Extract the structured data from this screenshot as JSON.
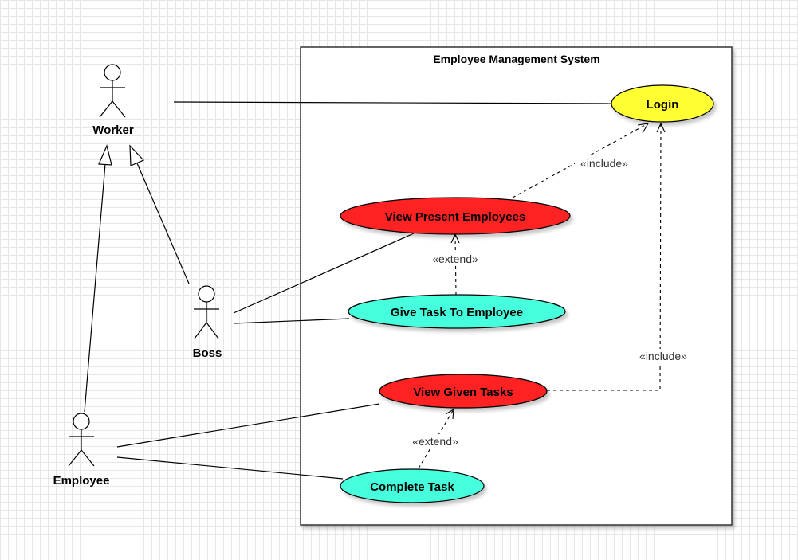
{
  "system": {
    "title": "Employee Management System"
  },
  "actors": {
    "worker": "Worker",
    "boss": "Boss",
    "employee": "Employee"
  },
  "use_cases": {
    "login": "Login",
    "view_present_employees": "View Present Employees",
    "give_task": "Give Task To Employee",
    "view_given_tasks": "View Given Tasks",
    "complete_task": "Complete Task"
  },
  "relations": {
    "include_1": "«include»",
    "include_2": "«include»",
    "extend_1": "«extend»",
    "extend_2": "«extend»"
  },
  "colors": {
    "login": "#ffff33",
    "red_use_case": "#ff2222",
    "cyan_use_case": "#44ffdd",
    "border": "#000000"
  }
}
